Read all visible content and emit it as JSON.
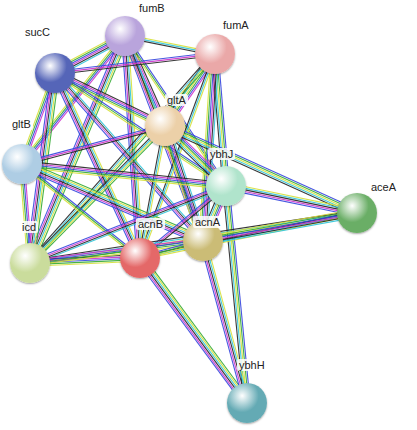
{
  "diagram": {
    "nodes": [
      {
        "text": [
          "fumB"
        ]
      },
      {
        "text": [
          "fumA"
        ]
      },
      {
        "text": [
          "sucC"
        ]
      },
      {
        "text": [
          "gltA"
        ]
      },
      {
        "text": [
          "gltB"
        ]
      },
      {
        "text": [
          "ybhJ"
        ]
      },
      {
        "text": [
          "aceA"
        ]
      },
      {
        "text": [
          "icd"
        ]
      },
      {
        "text": [
          "acnB"
        ]
      },
      {
        "text": [
          "acnA"
        ]
      },
      {
        "text": [
          "ybhH"
        ]
      }
    ],
    "edges": [
      {
        "from": 0,
        "to": 1,
        "arrow": "none"
      },
      {
        "from": 0,
        "to": 2,
        "arrow": "none"
      },
      {
        "from": 0,
        "to": 3,
        "arrow": "none"
      },
      {
        "from": 0,
        "to": 4,
        "arrow": "none"
      },
      {
        "from": 0,
        "to": 5,
        "arrow": "none"
      },
      {
        "from": 0,
        "to": 7,
        "arrow": "none"
      },
      {
        "from": 0,
        "to": 8,
        "arrow": "none"
      },
      {
        "from": 0,
        "to": 9,
        "arrow": "none"
      },
      {
        "from": 1,
        "to": 2,
        "arrow": "none"
      },
      {
        "from": 1,
        "to": 3,
        "arrow": "none"
      },
      {
        "from": 1,
        "to": 5,
        "arrow": "none"
      },
      {
        "from": 1,
        "to": 7,
        "arrow": "none"
      },
      {
        "from": 1,
        "to": 8,
        "arrow": "none"
      },
      {
        "from": 1,
        "to": 9,
        "arrow": "none"
      },
      {
        "from": 2,
        "to": 3,
        "arrow": "none"
      },
      {
        "from": 2,
        "to": 4,
        "arrow": "none"
      },
      {
        "from": 2,
        "to": 5,
        "arrow": "none"
      },
      {
        "from": 2,
        "to": 7,
        "arrow": "none"
      },
      {
        "from": 2,
        "to": 8,
        "arrow": "none"
      },
      {
        "from": 2,
        "to": 9,
        "arrow": "none"
      },
      {
        "from": 3,
        "to": 4,
        "arrow": "none"
      },
      {
        "from": 3,
        "to": 5,
        "arrow": "none"
      },
      {
        "from": 3,
        "to": 6,
        "arrow": "none"
      },
      {
        "from": 3,
        "to": 7,
        "arrow": "none"
      },
      {
        "from": 3,
        "to": 8,
        "arrow": "none"
      },
      {
        "from": 3,
        "to": 9,
        "arrow": "none"
      },
      {
        "from": 4,
        "to": 5,
        "arrow": "none"
      },
      {
        "from": 4,
        "to": 7,
        "arrow": "none"
      },
      {
        "from": 4,
        "to": 8,
        "arrow": "none"
      },
      {
        "from": 4,
        "to": 9,
        "arrow": "none"
      },
      {
        "from": 5,
        "to": 6,
        "arrow": "none"
      },
      {
        "from": 5,
        "to": 7,
        "arrow": "none"
      },
      {
        "from": 5,
        "to": 8,
        "arrow": "none"
      },
      {
        "from": 5,
        "to": 9,
        "arrow": "none"
      },
      {
        "from": 5,
        "to": 10,
        "arrow": "none"
      },
      {
        "from": 6,
        "to": 7,
        "arrow": "none"
      },
      {
        "from": 6,
        "to": 8,
        "arrow": "none"
      },
      {
        "from": 6,
        "to": 9,
        "arrow": "none"
      },
      {
        "from": 7,
        "to": 8,
        "arrow": "none"
      },
      {
        "from": 7,
        "to": 9,
        "arrow": "none"
      },
      {
        "from": 8,
        "to": 9,
        "arrow": "none"
      },
      {
        "from": 8,
        "to": 10,
        "arrow": "none"
      },
      {
        "from": 9,
        "to": 10,
        "arrow": "none"
      }
    ]
  }
}
